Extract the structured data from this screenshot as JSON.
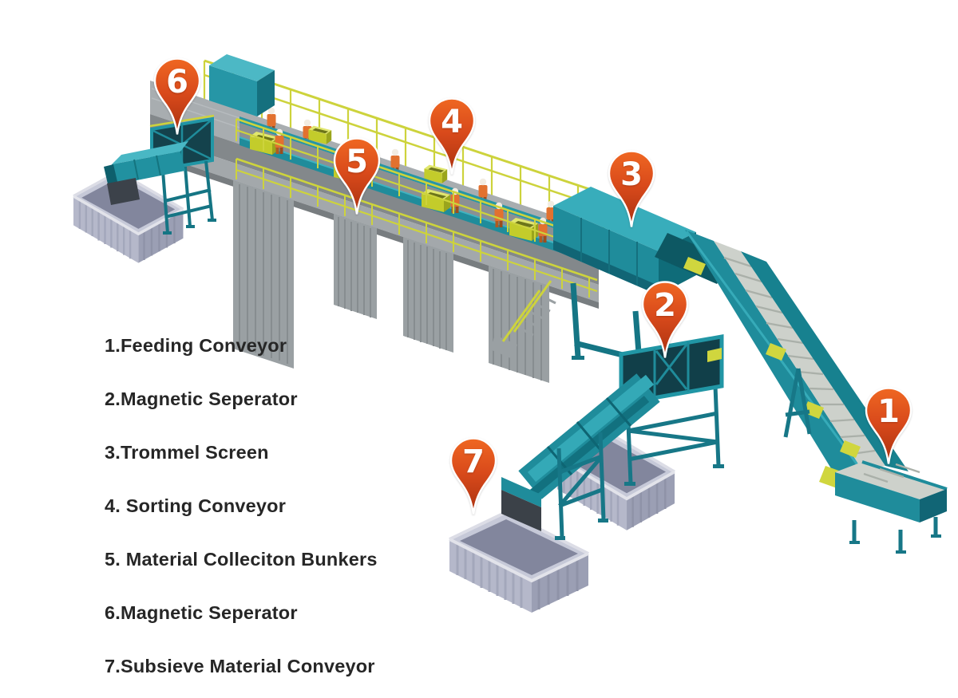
{
  "legend": {
    "items": [
      "1.Feeding Conveyor",
      "2.Magnetic Seperator",
      "3.Trommel Screen",
      "4. Sorting Conveyor",
      "5. Material Colleciton Bunkers",
      "6.Magnetic Seperator",
      "7.Subsieve Material Conveyor"
    ]
  },
  "markers": [
    {
      "number": "1",
      "label": "Feeding Conveyor"
    },
    {
      "number": "2",
      "label": "Magnetic Seperator"
    },
    {
      "number": "3",
      "label": "Trommel Screen"
    },
    {
      "number": "4",
      "label": "Sorting Conveyor"
    },
    {
      "number": "5",
      "label": "Material Colleciton Bunkers"
    },
    {
      "number": "6",
      "label": "Magnetic Seperator"
    },
    {
      "number": "7",
      "label": "Subsieve Material Conveyor"
    }
  ],
  "colors": {
    "pin_top": "#ef6722",
    "pin_bottom": "#a93110",
    "machine_teal": "#1f8c9b",
    "machine_teal_dark": "#116575",
    "machine_teal_light": "#3fb3c1",
    "railing_yellow": "#cdd33c",
    "bunker_gray": "#b5b8ca",
    "worker_orange": "#e2712f",
    "legend_text": "#262626",
    "background": "#ffffff"
  }
}
